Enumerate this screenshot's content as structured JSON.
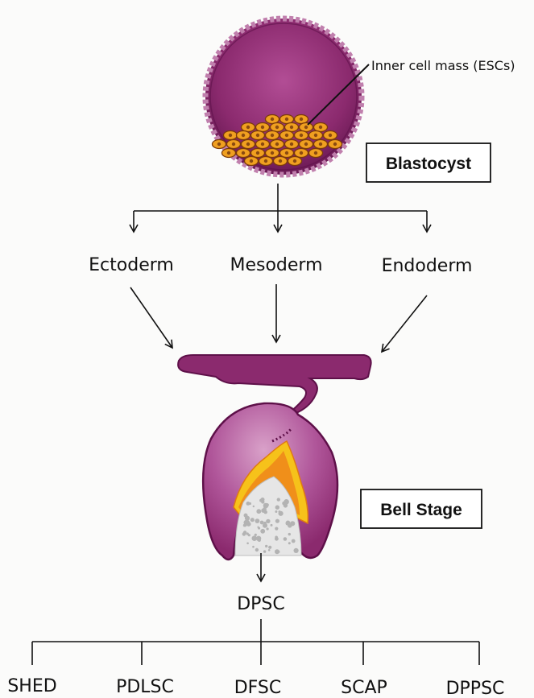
{
  "colors": {
    "tissue_purple": "#8b2a6e",
    "tissue_dark": "#5e1049",
    "tissue_light": "#c267a6",
    "cell_orange": "#f0a020",
    "enamel_yellow": "#f6c21a",
    "pulp_grey": "#e6e6e6"
  },
  "blastocyst": {
    "annotation": "Inner cell mass (ESCs)",
    "box_label": "Blastocyst"
  },
  "germ_layers": {
    "ectoderm": "Ectoderm",
    "mesoderm": "Mesoderm",
    "endoderm": "Endoderm"
  },
  "bell_stage": {
    "box_label": "Bell Stage"
  },
  "dpsc": {
    "label": "DPSC"
  },
  "stem_cells": [
    "SHED",
    "PDLSC",
    "DFSC",
    "SCAP",
    "DPPSC"
  ]
}
